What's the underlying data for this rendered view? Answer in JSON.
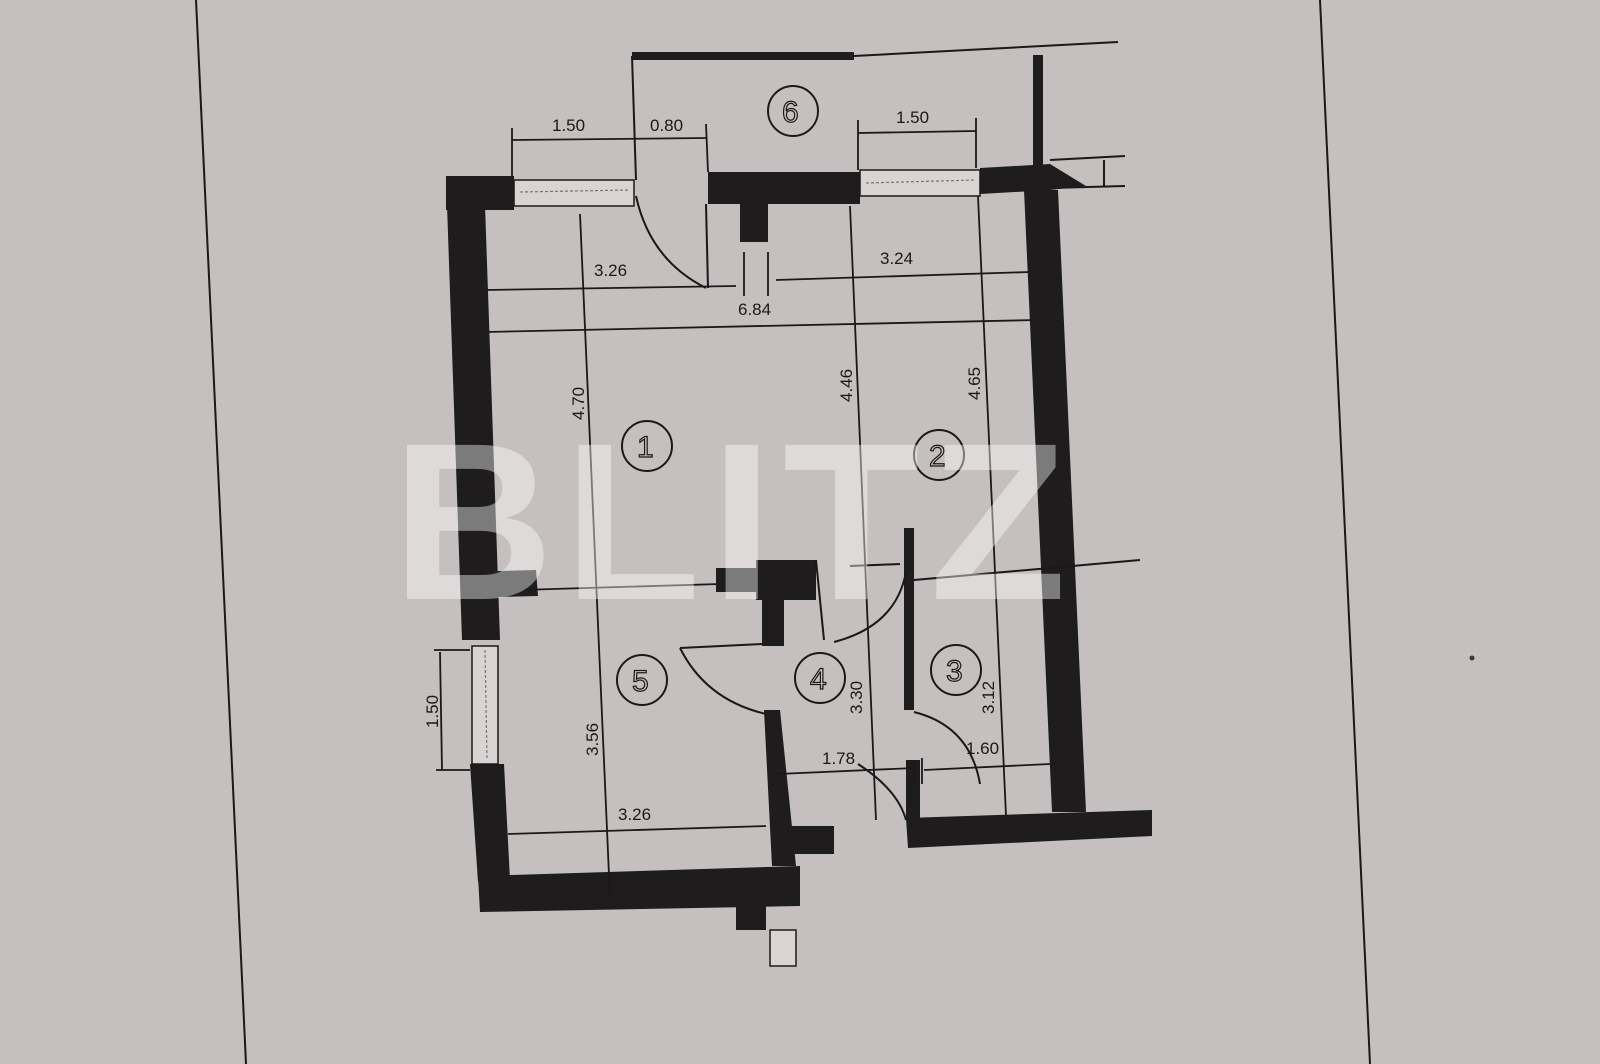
{
  "plan": {
    "rooms": [
      {
        "id": "1",
        "label": "1"
      },
      {
        "id": "2",
        "label": "2"
      },
      {
        "id": "3",
        "label": "3"
      },
      {
        "id": "4",
        "label": "4"
      },
      {
        "id": "5",
        "label": "5"
      },
      {
        "id": "6",
        "label": "6"
      }
    ],
    "dimensions": {
      "top_window_left": "1.50",
      "entry_door": "0.80",
      "top_window_right": "1.50",
      "room1_width": "3.26",
      "room2_width": "3.24",
      "total_width": "6.84",
      "room1_depth": "4.70",
      "room2_inner_depth": "4.46",
      "room2_depth": "4.65",
      "room5_window": "1.50",
      "room5_depth": "3.56",
      "room4_depth": "3.30",
      "room3_depth": "3.12",
      "room4_width": "1.78",
      "room3_width": "1.60",
      "room5_width": "3.26"
    }
  },
  "watermark": {
    "text": "BLITZ",
    "color": "#ffffff"
  },
  "colors": {
    "paper": "#c6bfbf",
    "ink": "#1e1c1c"
  }
}
